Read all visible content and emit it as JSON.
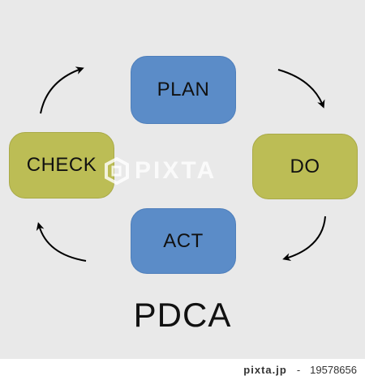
{
  "steps": {
    "plan": "PLAN",
    "do": "DO",
    "check": "CHECK",
    "act": "ACT"
  },
  "title": "PDCA",
  "watermark": "PIXTA",
  "footer": {
    "brand": "pixta.jp",
    "separator": "-",
    "id": "19578656"
  },
  "colors": {
    "plan_act_box": "#5b8cc8",
    "check_do_box": "#bcbd55",
    "background": "#e9e9e9",
    "arrow": "#000000"
  },
  "icons": [
    "curved-arrow-icon"
  ]
}
